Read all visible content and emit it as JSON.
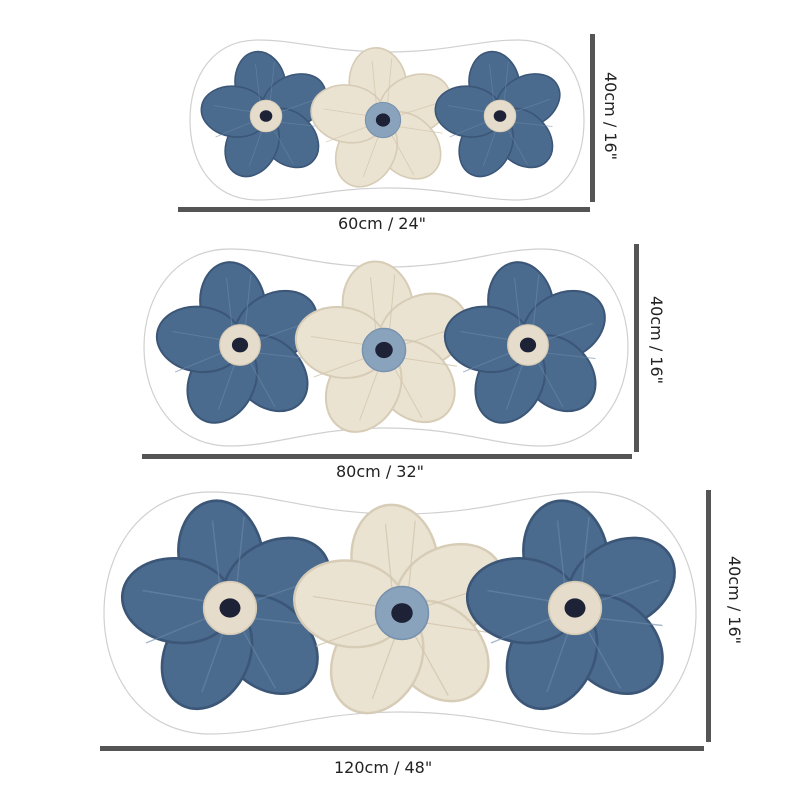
{
  "colors": {
    "petal_blue": "#4a6a8e",
    "petal_blue_dark": "#3b5677",
    "petal_cream": "#ebe3d2",
    "center_cream": "#e6dccb",
    "center_blue": "#8aa3bd",
    "center_dark": "#1e2236",
    "bar": "#555555",
    "outline": "#d0d0d0"
  },
  "rugs": [
    {
      "size": "small",
      "width_label": "60cm / 24\"",
      "height_label": "40cm / 16\""
    },
    {
      "size": "medium",
      "width_label": "80cm / 32\"",
      "height_label": "40cm / 16\""
    },
    {
      "size": "large",
      "width_label": "120cm / 48\"",
      "height_label": "40cm / 16\""
    }
  ]
}
